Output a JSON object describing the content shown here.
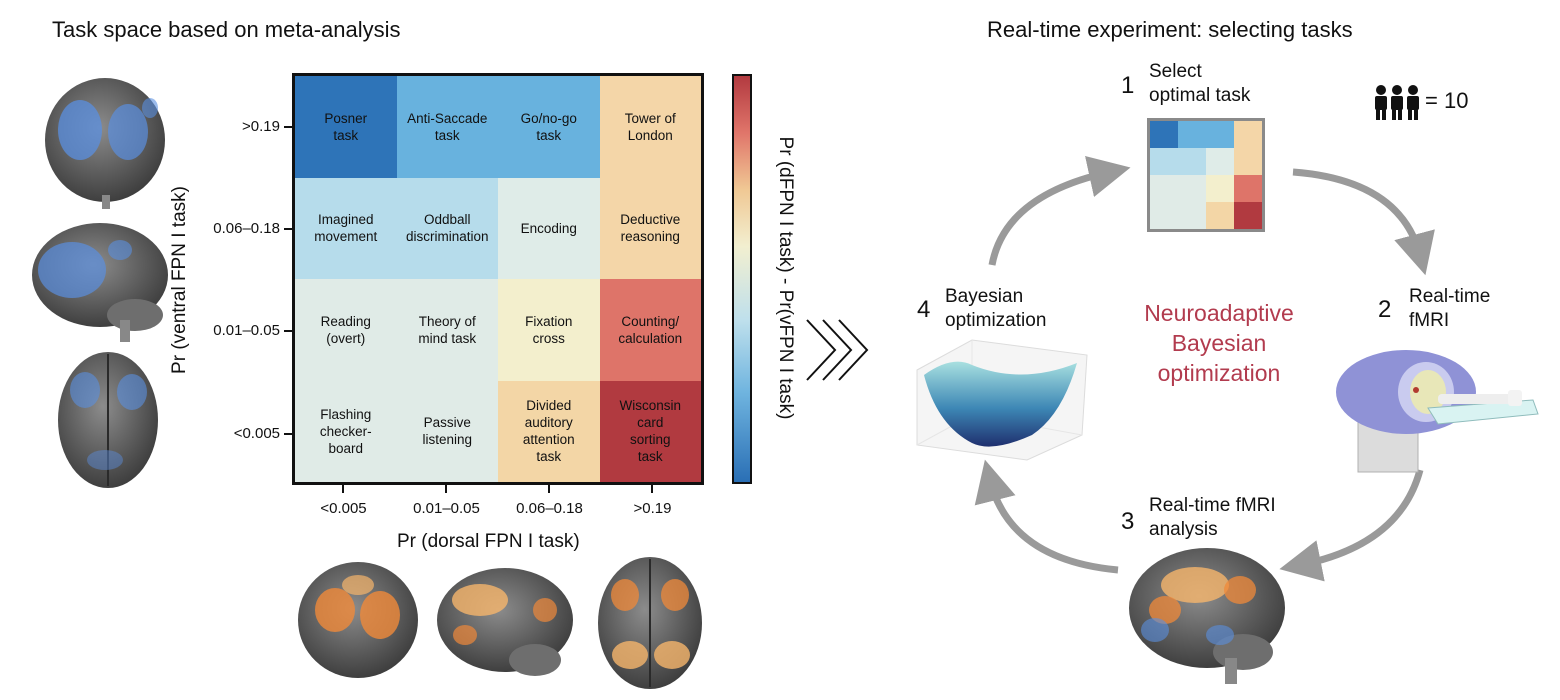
{
  "left_panel": {
    "heading": "Task space based on meta-analysis",
    "y_axis_label": "Pr (ventral FPN I task)",
    "x_axis_label": "Pr (dorsal FPN I task)",
    "colorbar_label": "Pr (dFPN I task) - Pr(vFPN I task)",
    "y_ticks": [
      ">0.19",
      "0.06–0.18",
      "0.01–0.05",
      "<0.005"
    ],
    "x_ticks": [
      "<0.005",
      "0.01–0.05",
      "0.06–0.18",
      ">0.19"
    ],
    "grid": [
      [
        {
          "label": "Posner\ntask",
          "color": "#2e74b8"
        },
        {
          "label": "Anti-Saccade\ntask",
          "color": "#68b2de"
        },
        {
          "label": "Go/no-go\ntask",
          "color": "#68b2de"
        },
        {
          "label": "Tower of\nLondon",
          "color": "#f4d6a8"
        }
      ],
      [
        {
          "label": "Imagined\nmovement",
          "color": "#b6dceb"
        },
        {
          "label": "Oddball\ndiscrimination",
          "color": "#b6dceb"
        },
        {
          "label": "Encoding",
          "color": "#dfece8"
        },
        {
          "label": "Deductive\nreasoning",
          "color": "#f4d6a8"
        }
      ],
      [
        {
          "label": "Reading\n(overt)",
          "color": "#e0ebe7"
        },
        {
          "label": "Theory of\nmind task",
          "color": "#e0ebe7"
        },
        {
          "label": "Fixation\ncross",
          "color": "#f3efcd"
        },
        {
          "label": "Counting/\ncalculation",
          "color": "#de7469"
        }
      ],
      [
        {
          "label": "Flashing\nchecker-\nboard",
          "color": "#e0ebe7"
        },
        {
          "label": "Passive\nlistening",
          "color": "#e0ebe7"
        },
        {
          "label": "Divided\nauditory\nattention\ntask",
          "color": "#f3d6a6"
        },
        {
          "label": "Wisconsin\ncard\nsorting\ntask",
          "color": "#b13a40"
        }
      ]
    ]
  },
  "right_panel": {
    "heading": "Real-time experiment: selecting tasks",
    "participants_label": "= 10",
    "center_label": "Neuroadaptive\nBayesian\noptimization",
    "steps": [
      {
        "number": "1",
        "label": "Select\noptimal task"
      },
      {
        "number": "2",
        "label": "Real-time\nfMRI"
      },
      {
        "number": "3",
        "label": "Real-time fMRI\nanalysis"
      },
      {
        "number": "4",
        "label": "Bayesian\noptimization"
      }
    ],
    "mini_grid": [
      [
        "#2e74b8",
        "#68b2de",
        "#68b2de",
        "#f4d6a8"
      ],
      [
        "#b6dceb",
        "#b6dceb",
        "#dfece8",
        "#f4d6a8"
      ],
      [
        "#e0ebe7",
        "#e0ebe7",
        "#f3efcd",
        "#de7469"
      ],
      [
        "#e0ebe7",
        "#e0ebe7",
        "#f3d6a6",
        "#b13a40"
      ]
    ]
  }
}
